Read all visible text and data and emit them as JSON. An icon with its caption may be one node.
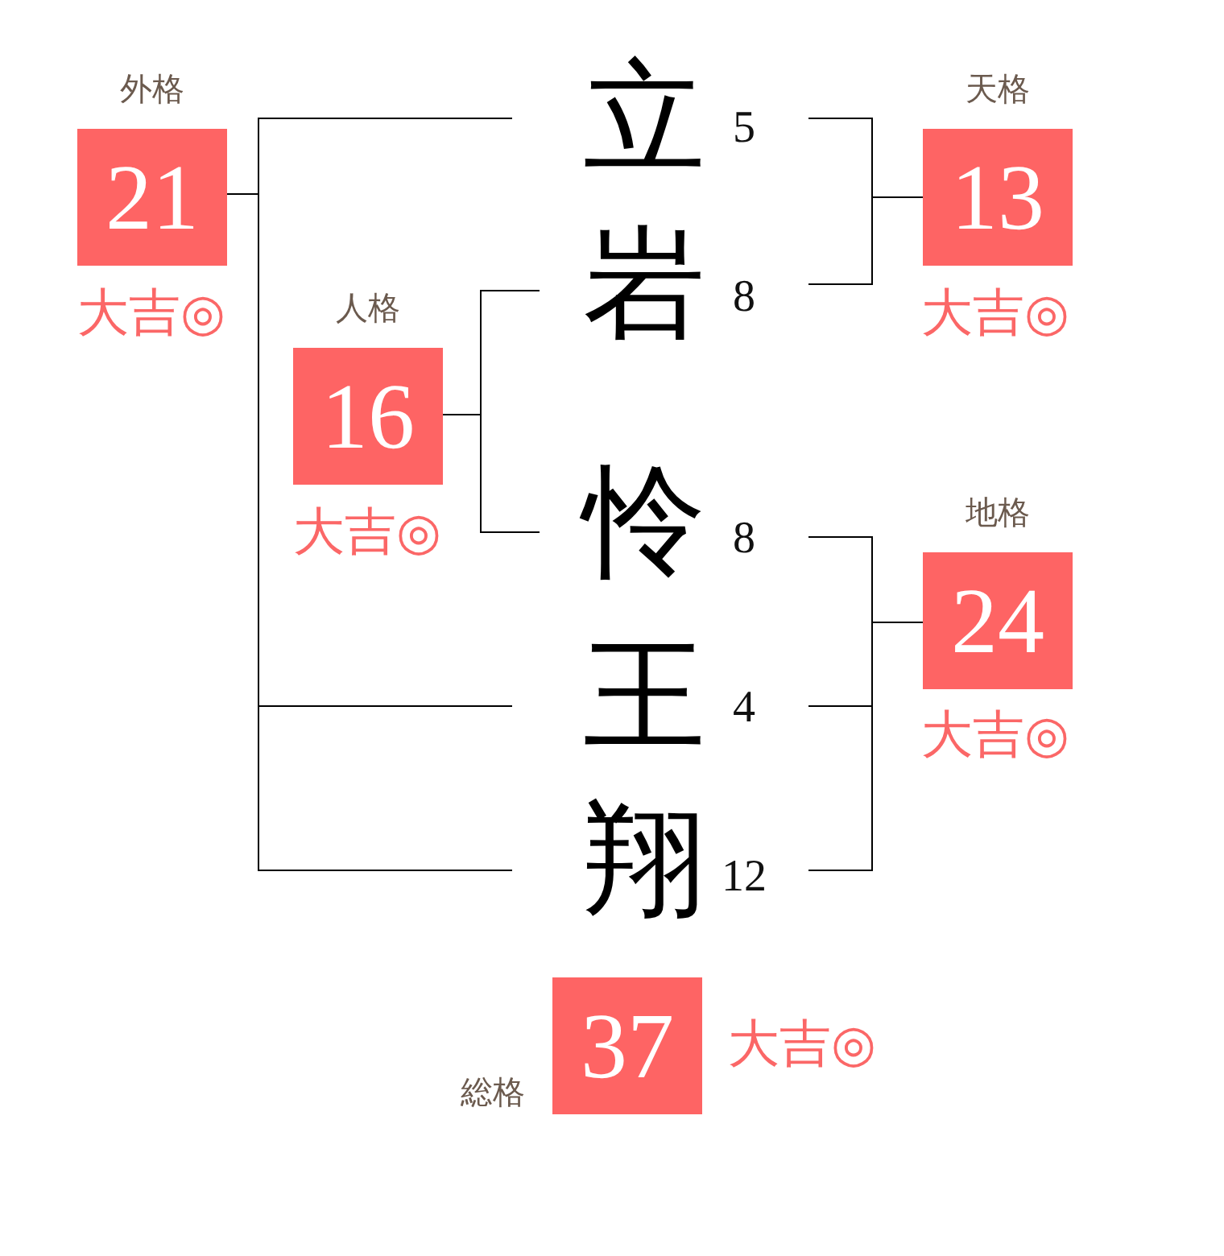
{
  "diagram": {
    "nodes": [
      {
        "text": [
          "立"
        ],
        "beside": [
          "5"
        ]
      },
      {
        "text": [
          "岩"
        ],
        "beside": [
          "8"
        ]
      },
      {
        "text": [
          "怜"
        ],
        "beside": [
          "8"
        ]
      },
      {
        "text": [
          "王"
        ],
        "beside": [
          "4"
        ]
      },
      {
        "text": [
          "翔"
        ],
        "beside": [
          "12"
        ]
      },
      {
        "text": [
          "外格",
          "21"
        ],
        "beside": [
          "大吉◎"
        ]
      },
      {
        "text": [
          "天格",
          "13"
        ],
        "beside": [
          "大吉◎"
        ]
      },
      {
        "text": [
          "人格",
          "16"
        ],
        "beside": [
          "大吉◎"
        ]
      },
      {
        "text": [
          "地格",
          "24"
        ],
        "beside": [
          "大吉◎"
        ]
      },
      {
        "text": [
          "総格",
          "37"
        ],
        "beside": [
          "大吉◎"
        ]
      }
    ],
    "edges": [
      {
        "from": 0,
        "to": 5,
        "arrow": "none"
      },
      {
        "from": 3,
        "to": 5,
        "arrow": "none"
      },
      {
        "from": 4,
        "to": 5,
        "arrow": "none"
      },
      {
        "from": 0,
        "to": 6,
        "arrow": "none"
      },
      {
        "from": 1,
        "to": 6,
        "arrow": "none"
      },
      {
        "from": 1,
        "to": 7,
        "arrow": "none"
      },
      {
        "from": 2,
        "to": 7,
        "arrow": "none"
      },
      {
        "from": 2,
        "to": 8,
        "arrow": "none"
      },
      {
        "from": 3,
        "to": 8,
        "arrow": "none"
      },
      {
        "from": 4,
        "to": 8,
        "arrow": "none"
      }
    ]
  }
}
